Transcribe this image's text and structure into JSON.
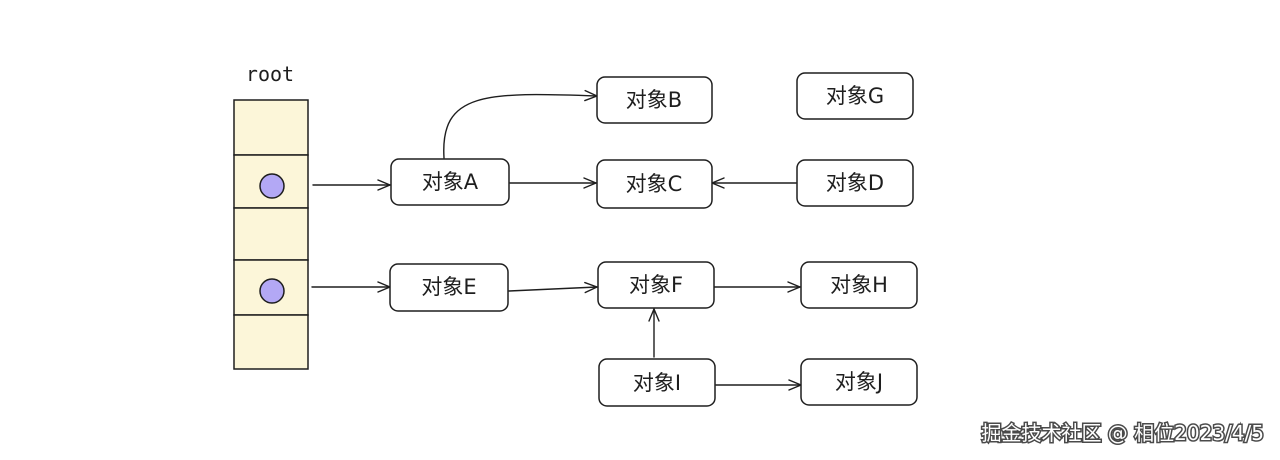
{
  "root": {
    "label": "root",
    "slot_count": 5,
    "fill_color": "#fcf6d9",
    "pointer_color": "#b3a8f5"
  },
  "nodes": [
    {
      "id": "A",
      "label": "对象A"
    },
    {
      "id": "B",
      "label": "对象B"
    },
    {
      "id": "C",
      "label": "对象C"
    },
    {
      "id": "D",
      "label": "对象D"
    },
    {
      "id": "E",
      "label": "对象E"
    },
    {
      "id": "F",
      "label": "对象F"
    },
    {
      "id": "G",
      "label": "对象G"
    },
    {
      "id": "H",
      "label": "对象H"
    },
    {
      "id": "I",
      "label": "对象I"
    },
    {
      "id": "J",
      "label": "对象J"
    }
  ],
  "edges": [
    {
      "from": "root-slot-2",
      "to": "A"
    },
    {
      "from": "root-slot-4",
      "to": "E"
    },
    {
      "from": "A",
      "to": "B"
    },
    {
      "from": "A",
      "to": "C"
    },
    {
      "from": "D",
      "to": "C"
    },
    {
      "from": "E",
      "to": "F"
    },
    {
      "from": "F",
      "to": "H"
    },
    {
      "from": "I",
      "to": "F"
    },
    {
      "from": "I",
      "to": "J"
    }
  ],
  "watermark": "掘金技术社区 @ 相位2023/4/5"
}
